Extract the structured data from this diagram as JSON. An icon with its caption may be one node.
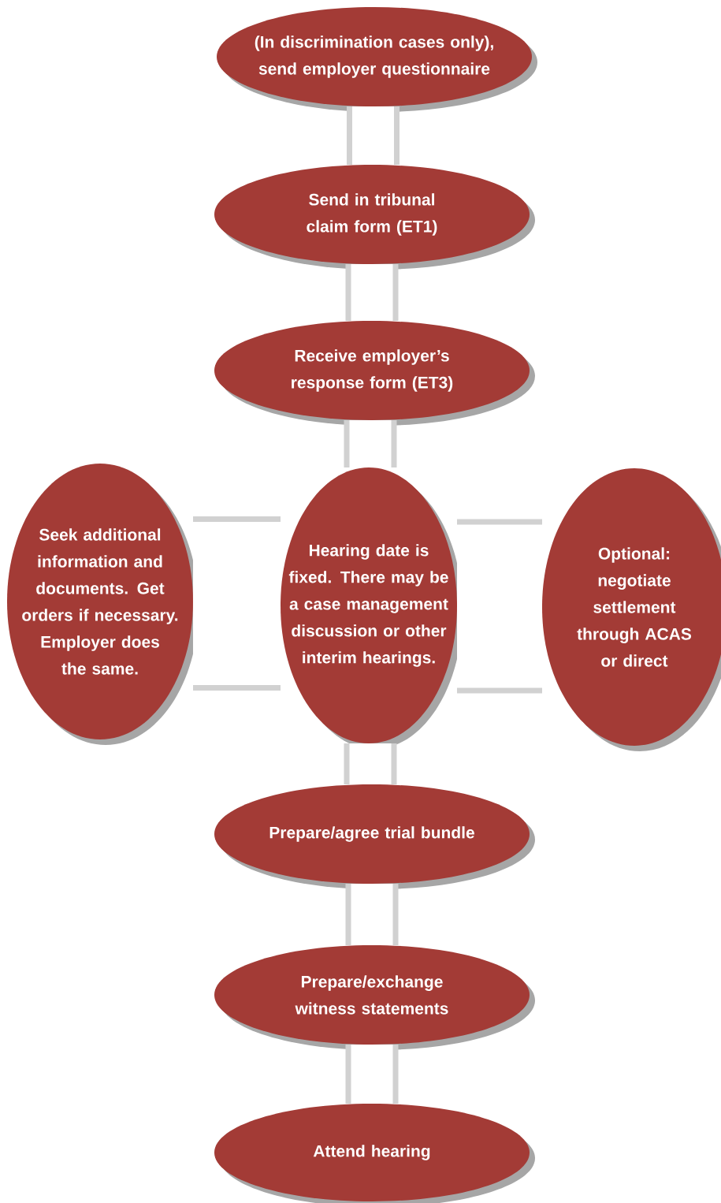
{
  "diagram": {
    "nodes": [
      {
        "text": [
          "(In discrimination cases only), send employer questionnaire"
        ]
      },
      {
        "text": [
          "Send in tribunal claim form (ET1)"
        ]
      },
      {
        "text": [
          "Receive employer’s response form (ET3)"
        ]
      },
      {
        "text": [
          "Seek additional information and documents. Get orders if necessary. Employer does the same."
        ]
      },
      {
        "text": [
          "Hearing date is fixed. There may be a case management discussion or other interim hearings."
        ]
      },
      {
        "text": [
          "Optional: negotiate settlement through ACAS or direct"
        ]
      },
      {
        "text": [
          "Prepare/agree trial bundle"
        ]
      },
      {
        "text": [
          "Prepare/exchange witness statements"
        ]
      },
      {
        "text": [
          "Attend hearing"
        ]
      }
    ],
    "edges": [
      {
        "from": 0,
        "to": 1,
        "arrow": "none"
      },
      {
        "from": 1,
        "to": 2,
        "arrow": "none"
      },
      {
        "from": 2,
        "to": 4,
        "arrow": "none"
      },
      {
        "from": 3,
        "to": 4,
        "arrow": "none",
        "style": "thick"
      },
      {
        "from": 4,
        "to": 5,
        "arrow": "none",
        "style": "thick"
      },
      {
        "from": 4,
        "to": 6,
        "arrow": "none"
      },
      {
        "from": 6,
        "to": 7,
        "arrow": "none"
      },
      {
        "from": 7,
        "to": 8,
        "arrow": "none"
      }
    ]
  }
}
